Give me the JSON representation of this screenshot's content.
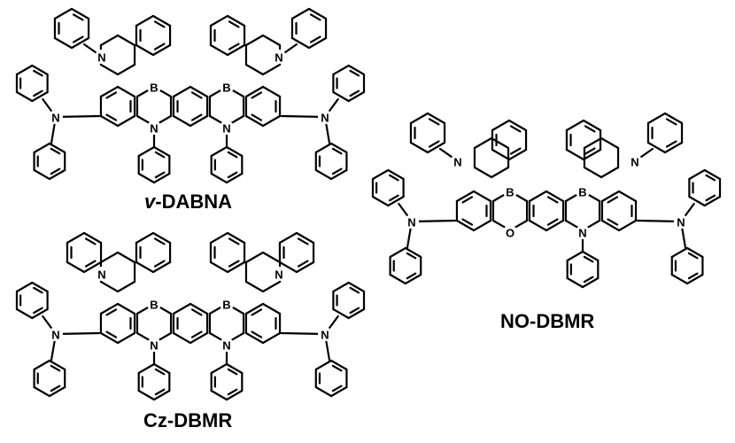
{
  "atom_labels": {
    "N": "N",
    "B": "B",
    "O": "O"
  },
  "colors": {
    "bond": "#000000",
    "oxygen": "#e00000",
    "background": "#ffffff"
  },
  "molecules": [
    {
      "id": "v-dabna",
      "prefix": "v",
      "name": "-DABNA"
    },
    {
      "id": "cz-dbmr",
      "prefix": "",
      "name": "Cz-DBMR"
    },
    {
      "id": "no-dbmr",
      "prefix": "",
      "name": "NO-DBMR"
    }
  ]
}
